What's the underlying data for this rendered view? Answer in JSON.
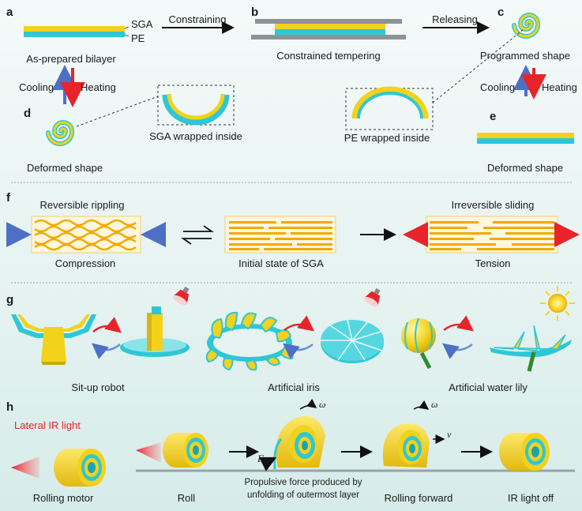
{
  "colors": {
    "sga": "#f2d21b",
    "pe": "#2fc7d6",
    "plate": "#8d9296",
    "cooling_arrow": "#4d6fc6",
    "heating_arrow": "#e8242a",
    "background": "#e6f3f1"
  },
  "panels": {
    "a": {
      "letter": "a",
      "caption": "As-prepared bilayer",
      "layer_top": "SGA",
      "layer_bottom": "PE"
    },
    "arrow_ab": "Constraining",
    "b": {
      "letter": "b",
      "caption": "Constrained tempering"
    },
    "arrow_bc": "Releasing",
    "c": {
      "letter": "c",
      "caption": "Programmed shape"
    },
    "left_cycle": {
      "cool": "Cooling",
      "heat": "Heating"
    },
    "right_cycle": {
      "cool": "Cooling",
      "heat": "Heating"
    },
    "d": {
      "letter": "d",
      "caption": "Deformed shape",
      "inset": "SGA wrapped inside"
    },
    "e": {
      "letter": "e",
      "caption": "Deformed shape",
      "inset": "PE wrapped inside"
    },
    "f": {
      "letter": "f",
      "left_title": "Reversible rippling",
      "left_caption": "Compression",
      "mid_caption": "Initial state of SGA",
      "right_title": "Irreversible sliding",
      "right_caption": "Tension"
    },
    "g": {
      "letter": "g",
      "items": [
        "Sit-up robot",
        "Artificial iris",
        "Artificial water lily"
      ]
    },
    "h": {
      "letter": "h",
      "ir_label": "Lateral IR light",
      "captions": [
        "Rolling motor",
        "Roll",
        "Propulsive force produced by",
        "unfolding of outermost layer",
        "Rolling forward",
        "IR light off"
      ],
      "force": "F",
      "omega": "ω",
      "velocity": "v"
    }
  }
}
